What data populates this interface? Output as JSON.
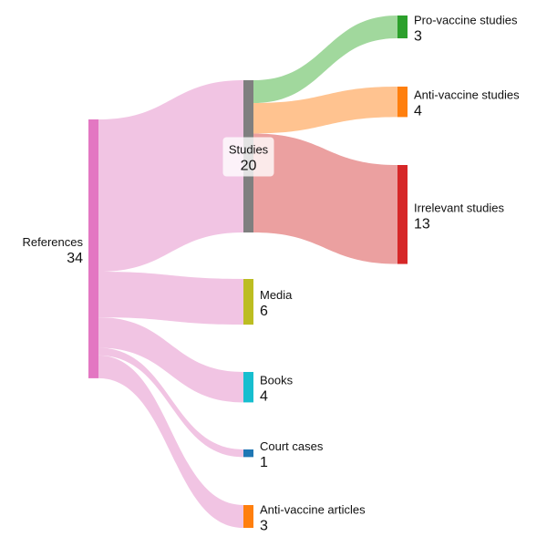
{
  "chart_data": {
    "type": "sankey",
    "nodes": [
      {
        "id": "references",
        "label": "References",
        "value": 34,
        "color": "#e377c2"
      },
      {
        "id": "studies",
        "label": "Studies",
        "value": 20,
        "color": "#7f7f7f"
      },
      {
        "id": "media",
        "label": "Media",
        "value": 6,
        "color": "#bcbd22"
      },
      {
        "id": "books",
        "label": "Books",
        "value": 4,
        "color": "#17becf"
      },
      {
        "id": "court",
        "label": "Court cases",
        "value": 1,
        "color": "#1f77b4"
      },
      {
        "id": "antiarticles",
        "label": "Anti-vaccine articles",
        "value": 3,
        "color": "#ff7f0e"
      },
      {
        "id": "pro",
        "label": "Pro-vaccine studies",
        "value": 3,
        "color": "#2ca02c"
      },
      {
        "id": "antistudies",
        "label": "Anti-vaccine studies",
        "value": 4,
        "color": "#ff7f0e"
      },
      {
        "id": "irrelevant",
        "label": "Irrelevant studies",
        "value": 13,
        "color": "#d62728"
      }
    ],
    "links": [
      {
        "source": "references",
        "target": "studies",
        "value": 20,
        "color": "#f1c4e3"
      },
      {
        "source": "references",
        "target": "media",
        "value": 6,
        "color": "#f1c4e3"
      },
      {
        "source": "references",
        "target": "books",
        "value": 4,
        "color": "#f1c4e3"
      },
      {
        "source": "references",
        "target": "court",
        "value": 1,
        "color": "#f1c4e3"
      },
      {
        "source": "references",
        "target": "antiarticles",
        "value": 3,
        "color": "#f1c4e3"
      },
      {
        "source": "studies",
        "target": "pro",
        "value": 3,
        "color": "#a1d89d"
      },
      {
        "source": "studies",
        "target": "antistudies",
        "value": 4,
        "color": "#ffc390"
      },
      {
        "source": "studies",
        "target": "irrelevant",
        "value": 13,
        "color": "#eba0a0"
      }
    ]
  }
}
